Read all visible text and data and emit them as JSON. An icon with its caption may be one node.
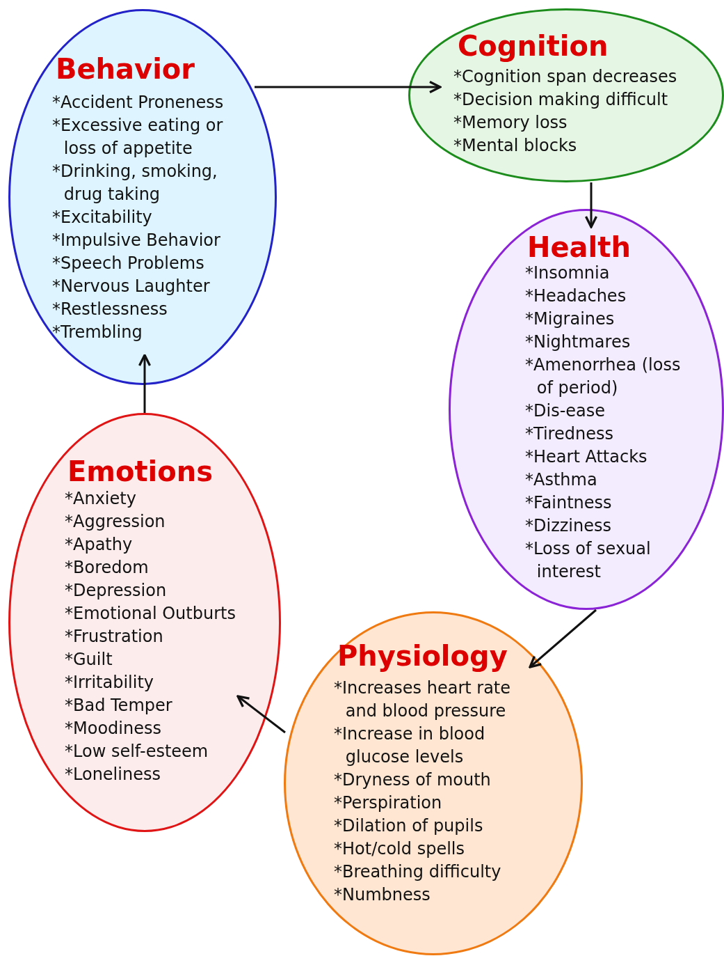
{
  "diagram": {
    "nodes": [
      {
        "text": [
          "Behavior",
          "*Accident Proneness",
          "*Excessive eating or loss of appetite",
          "*Drinking, smoking, drug taking",
          "*Excitability",
          "*Impulsive Behavior",
          "*Speech Problems",
          "*Nervous Laughter",
          "*Restlessness",
          "*Trembling"
        ]
      },
      {
        "text": [
          "Cognition",
          "*Cognition span decreases",
          "*Decision making difficult",
          "*Memory loss",
          "*Mental blocks"
        ]
      },
      {
        "text": [
          "Health",
          "*Insomnia",
          "*Headaches",
          "*Migraines",
          "*Nightmares",
          "*Amenorrhea (loss of period)",
          "*Dis-ease",
          "*Tiredness",
          "*Heart Attacks",
          "*Asthma",
          "*Faintness",
          "*Dizziness",
          "*Loss of sexual interest"
        ]
      },
      {
        "text": [
          "Emotions",
          "*Anxiety",
          "*Aggression",
          "*Apathy",
          "*Boredom",
          "*Depression",
          "*Emotional Outburts",
          "*Frustration",
          "*Guilt",
          "*Irritability",
          "*Bad Temper",
          "*Moodiness",
          "*Low self-esteem",
          "*Loneliness"
        ]
      },
      {
        "text": [
          "Physiology",
          "*Increases heart rate and blood pressure",
          "*Increase in blood glucose levels",
          "*Dryness of mouth",
          "*Perspiration",
          "*Dilation of pupils",
          "*Hot/cold spells",
          "*Breathing difficulty",
          "*Numbness"
        ]
      }
    ],
    "edges": [
      {
        "from": 0,
        "to": 1,
        "arrow": "to"
      },
      {
        "from": 1,
        "to": 2,
        "arrow": "to"
      },
      {
        "from": 2,
        "to": 4,
        "arrow": "to"
      },
      {
        "from": 4,
        "to": 3,
        "arrow": "to"
      },
      {
        "from": 3,
        "to": 0,
        "arrow": "to"
      }
    ]
  }
}
